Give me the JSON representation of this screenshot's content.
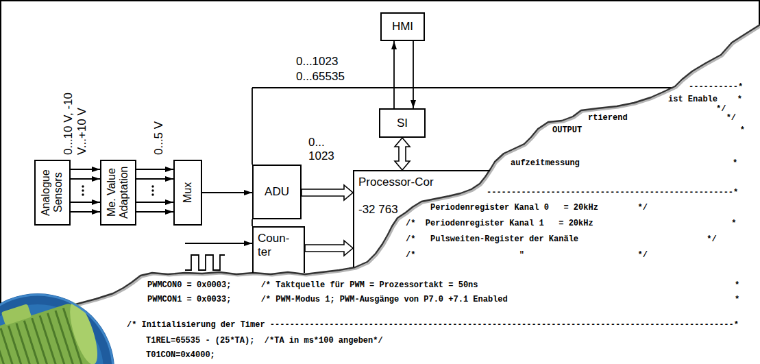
{
  "diagram": {
    "nodes": [
      {
        "text": [
          "HMI"
        ]
      },
      {
        "text": [
          "SI"
        ]
      },
      {
        "text": [
          "Analogue Sensors"
        ]
      },
      {
        "text": [
          "Me. Value Adaptation"
        ]
      },
      {
        "text": [
          "Mux"
        ]
      },
      {
        "text": [
          "ADU"
        ]
      },
      {
        "text": [
          "Processor-Cor",
          "-32 763"
        ]
      },
      {
        "text": [
          "Coun- ter"
        ]
      }
    ],
    "edges": [
      {
        "from": 1,
        "to": 0,
        "arrow": "to"
      },
      {
        "from": 0,
        "to": 1,
        "arrow": "to"
      },
      {
        "from": 2,
        "to": 3,
        "arrow": "to"
      },
      {
        "from": 2,
        "to": 3,
        "arrow": "to"
      },
      {
        "from": 2,
        "to": 3,
        "arrow": "to"
      },
      {
        "from": 2,
        "to": 3,
        "arrow": "to"
      },
      {
        "from": 3,
        "to": 4,
        "arrow": "to"
      },
      {
        "from": 3,
        "to": 4,
        "arrow": "to"
      },
      {
        "from": 3,
        "to": 4,
        "arrow": "to"
      },
      {
        "from": 3,
        "to": 4,
        "arrow": "to"
      },
      {
        "from": 4,
        "to": 5,
        "arrow": "to"
      },
      {
        "from": 5,
        "to": 6,
        "arrow": "to"
      },
      {
        "from": 1,
        "to": 6,
        "arrow": "both"
      },
      {
        "from": 7,
        "to": 6,
        "arrow": "to"
      }
    ],
    "labels": [
      "0...10 V, -10 V...+10 V",
      "0...5 V",
      "0... 1023",
      "0...1023",
      "0...65535",
      "----------*",
      "ist Enable    *",
      "*/",
      "rtierend                    */",
      "OUTPUT                                *",
      "aufzeitmessung                               *",
      "--------------------------------------------------*",
      "Periodenregister Kanal 0   = 20kHz        */",
      "/*  Periodenregister Kanal 1   = 20kHz                            *",
      "/*   Pulsweiten-Register der Kanäle                          */",
      "/*                     \"                       */",
      "PWMCON0 = 0x0003;      /* Taktquelle für PWM = Prozessortakt = 50ns                                                    *",
      "PWMCON1 = 0x0033;      /* PWM-Modus 1; PWM-Ausgänge von P7.0 +7.1 Enabled                                              *",
      "/* Initialisierung der Timer ----------------------------------------------------------------------------------------------*",
      "T1REL=65535 - (25*TA);  /*TA in ms*100 angeben*/",
      "T01CON=0x4000;"
    ]
  }
}
